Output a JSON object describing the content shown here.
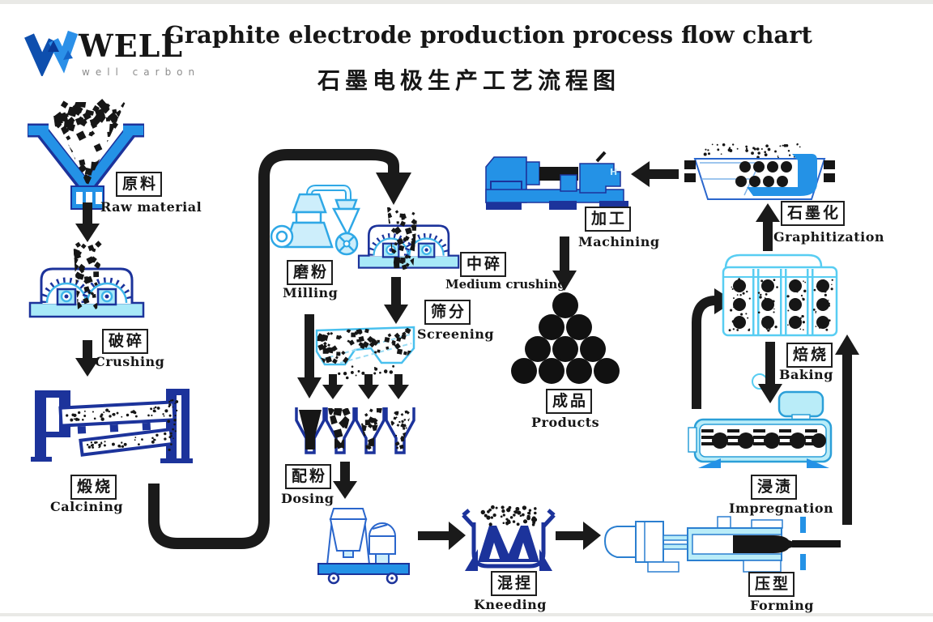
{
  "header": {
    "brand": "WELL",
    "tagline": "well carbon",
    "title": "Graphite electrode production process flow chart",
    "subtitle": "石墨电极生产工艺流程图"
  },
  "stages": {
    "raw_material": {
      "zh": "原料",
      "en": "Raw material"
    },
    "crushing": {
      "zh": "破碎",
      "en": "Crushing"
    },
    "calcining": {
      "zh": "煅烧",
      "en": "Calcining"
    },
    "milling": {
      "zh": "磨粉",
      "en": "Milling"
    },
    "medium_crushing": {
      "zh": "中碎",
      "en": "Medium crushing"
    },
    "screening": {
      "zh": "筛分",
      "en": "Screening"
    },
    "dosing": {
      "zh": "配粉",
      "en": "Dosing"
    },
    "kneading": {
      "zh": "混捏",
      "en": "Kneeding"
    },
    "forming": {
      "zh": "压型",
      "en": "Forming"
    },
    "impregnation": {
      "zh": "浸渍",
      "en": "Impregnation"
    },
    "baking": {
      "zh": "焙烧",
      "en": "Baking"
    },
    "graphitization": {
      "zh": "石墨化",
      "en": "Graphitization"
    },
    "machining": {
      "zh": "加工",
      "en": "Machining"
    },
    "products": {
      "zh": "成品",
      "en": "Products"
    }
  },
  "flow": [
    {
      "from": "raw_material",
      "to": "crushing"
    },
    {
      "from": "crushing",
      "to": "calcining"
    },
    {
      "from": "calcining",
      "to": "medium_crushing"
    },
    {
      "from": "medium_crushing",
      "to": "screening"
    },
    {
      "from": "milling",
      "to": "dosing"
    },
    {
      "from": "screening",
      "to": "dosing"
    },
    {
      "from": "dosing",
      "to": "kneading"
    },
    {
      "from": "kneading",
      "to": "forming"
    },
    {
      "from": "forming",
      "to": "baking"
    },
    {
      "from": "baking",
      "to": "impregnation"
    },
    {
      "from": "impregnation",
      "to": "baking"
    },
    {
      "from": "baking",
      "to": "graphitization"
    },
    {
      "from": "graphitization",
      "to": "machining"
    },
    {
      "from": "machining",
      "to": "products"
    }
  ],
  "colors": {
    "brand_blue": "#2492e6",
    "navy": "#1c339b",
    "cyan_fill": "#a8e9f8",
    "sky_outline": "#3fb6ea",
    "ink": "#161616"
  }
}
